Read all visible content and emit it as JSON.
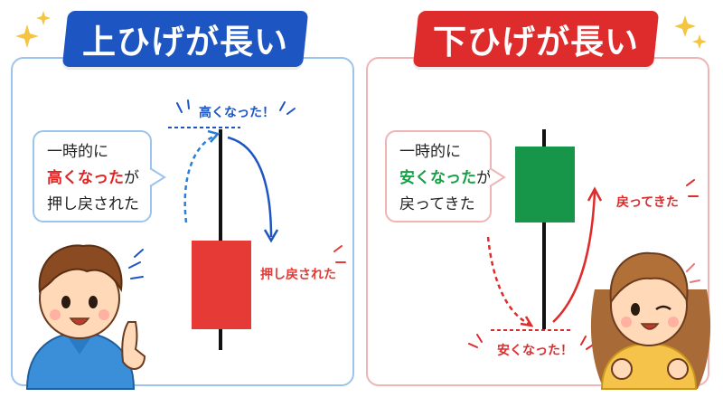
{
  "left": {
    "title": "上ひげが長い",
    "bubble": {
      "line1": "一時的に",
      "line2_highlight": "高くなった",
      "line2_rest": "が",
      "line3": "押し戻された"
    },
    "top_label": "高くなった！",
    "side_label": "押し戻された",
    "candle_color": "#e53a35"
  },
  "right": {
    "title": "下ひげが長い",
    "bubble": {
      "line1": "一時的に",
      "line2_highlight": "安くなった",
      "line2_rest": "が",
      "line3": "戻ってきた"
    },
    "bottom_label": "安くなった！",
    "side_label": "戻ってきた",
    "candle_color": "#17964a"
  },
  "colors": {
    "blue": "#1d56c2",
    "red": "#de2b2b",
    "green": "#17964a"
  }
}
